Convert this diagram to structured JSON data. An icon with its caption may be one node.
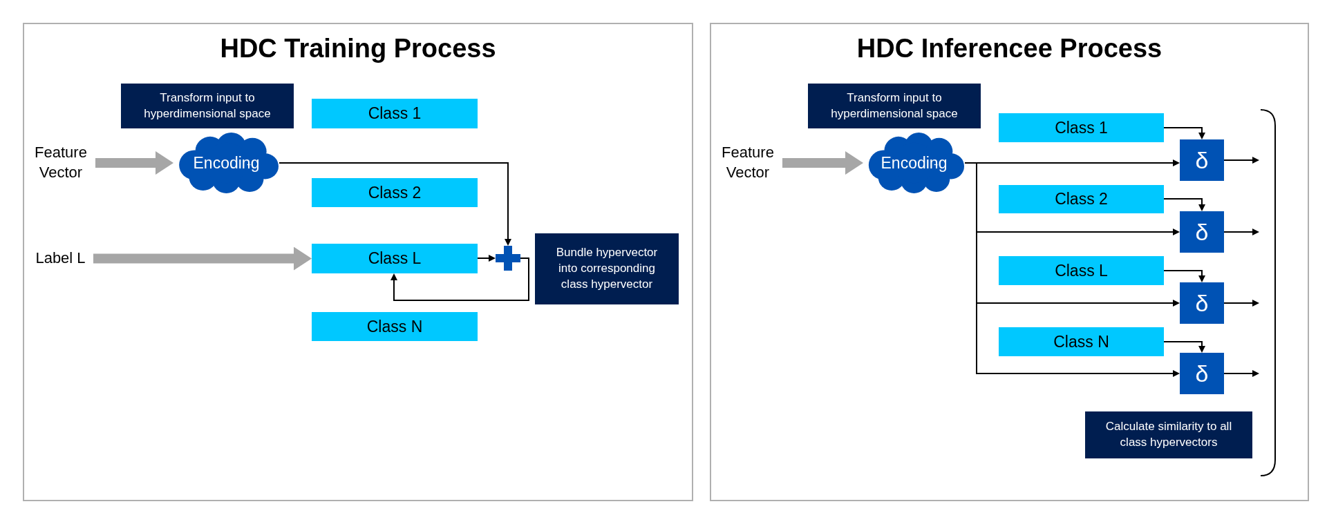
{
  "diagram": {
    "nodes": [
      {
        "text": [
          "HDC Training Process"
        ]
      },
      {
        "text": [
          "Transform input to hyperdimensional space"
        ],
        "in": 0
      },
      {
        "text": [
          "Class 1"
        ],
        "in": 0
      },
      {
        "text": [
          "Feature Vector"
        ],
        "in": 0
      },
      {
        "text": [
          "Encoding"
        ],
        "in": 0
      },
      {
        "text": [
          "Class 2"
        ],
        "in": 0
      },
      {
        "text": [
          "Label L"
        ],
        "in": 0
      },
      {
        "text": [
          "Class L"
        ],
        "in": 0
      },
      {
        "text": [],
        "shape": "plus",
        "in": 0
      },
      {
        "text": [
          "Bundle hypervector into corresponding class hypervector"
        ],
        "in": 0
      },
      {
        "text": [
          "Class N"
        ],
        "in": 0
      },
      {
        "text": [
          "HDC Inferencee Process"
        ]
      },
      {
        "text": [
          "Transform input to hyperdimensional space"
        ],
        "in": 11
      },
      {
        "text": [
          "Class 1"
        ],
        "in": 11
      },
      {
        "text": [
          "Feature Vector"
        ],
        "in": 11
      },
      {
        "text": [
          "Encoding"
        ],
        "in": 11
      },
      {
        "text": [
          "δ"
        ],
        "in": 11
      },
      {
        "text": [
          "Class 2"
        ],
        "in": 11
      },
      {
        "text": [
          "δ"
        ],
        "in": 11
      },
      {
        "text": [
          "Class L"
        ],
        "in": 11
      },
      {
        "text": [
          "δ"
        ],
        "in": 11
      },
      {
        "text": [
          "Class N"
        ],
        "in": 11
      },
      {
        "text": [
          "δ"
        ],
        "in": 11
      },
      {
        "text": [
          "Calculate similarity to all class hypervectors"
        ],
        "in": 11
      }
    ],
    "edges": [
      {
        "from": 3,
        "to": 4,
        "arrow": "to",
        "style": "thick",
        "color": "#a6a6a6"
      },
      {
        "from": 6,
        "to": 7,
        "arrow": "to",
        "style": "thick",
        "color": "#a6a6a6"
      },
      {
        "from": 4,
        "to": 8,
        "arrow": "to"
      },
      {
        "from": 7,
        "to": 8,
        "arrow": "to"
      },
      {
        "from": 8,
        "to": 7,
        "arrow": "to"
      },
      {
        "from": 14,
        "to": 15,
        "arrow": "to",
        "style": "thick",
        "color": "#a6a6a6"
      },
      {
        "from": 15,
        "to": 16,
        "arrow": "to"
      },
      {
        "from": 15,
        "to": 18,
        "arrow": "to"
      },
      {
        "from": 15,
        "to": 20,
        "arrow": "to"
      },
      {
        "from": 15,
        "to": 22,
        "arrow": "to"
      },
      {
        "from": 13,
        "to": 16,
        "arrow": "to"
      },
      {
        "from": 17,
        "to": 18,
        "arrow": "to"
      },
      {
        "from": 19,
        "to": 20,
        "arrow": "to"
      },
      {
        "from": 21,
        "to": 22,
        "arrow": "to"
      },
      {
        "from": 16,
        "to": null,
        "arrow": "to"
      },
      {
        "from": 18,
        "to": null,
        "arrow": "to"
      },
      {
        "from": 20,
        "to": null,
        "arrow": "to"
      },
      {
        "from": 22,
        "to": null,
        "arrow": "to"
      }
    ]
  }
}
